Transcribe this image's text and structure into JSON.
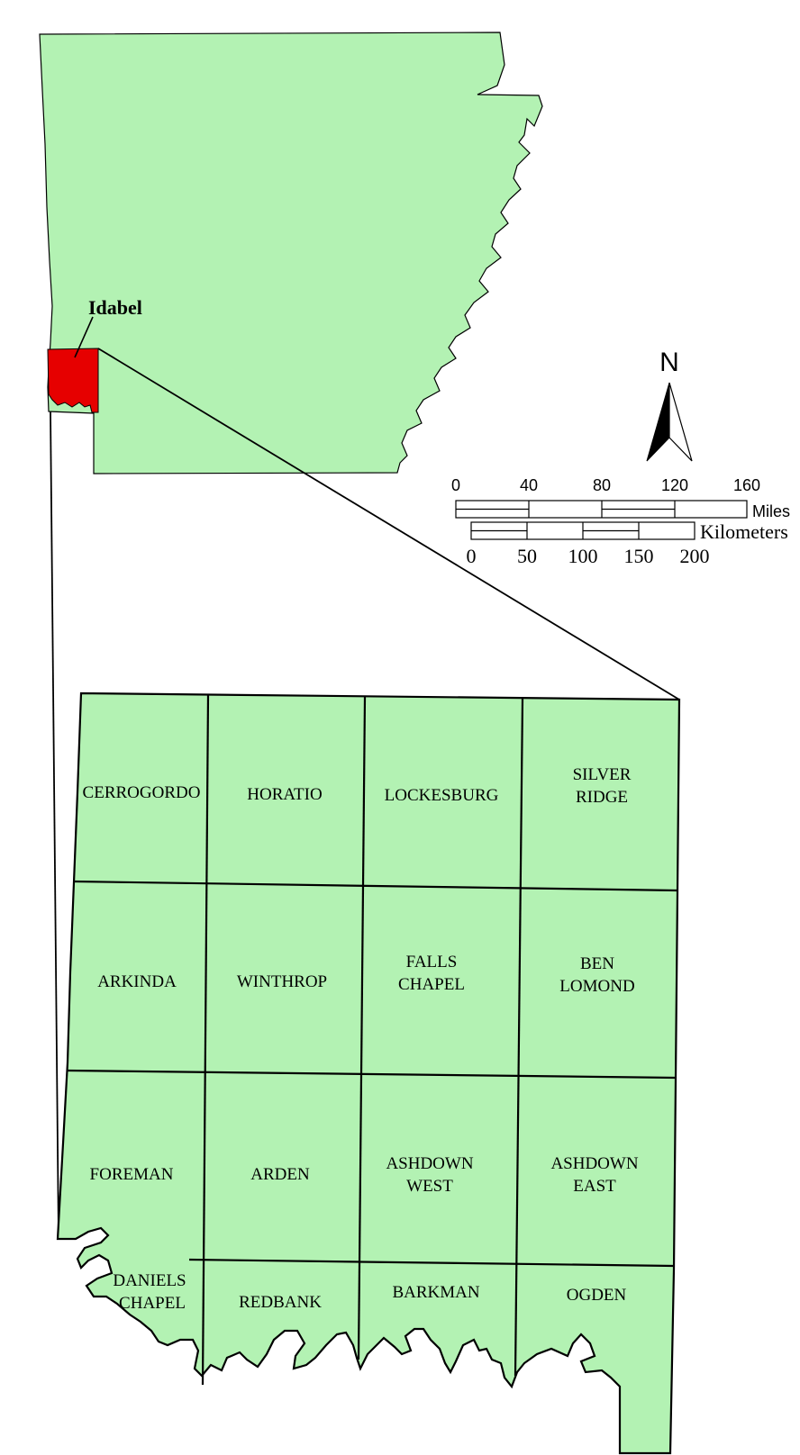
{
  "colors": {
    "land": "#b3f2b3",
    "highlight": "#e60000",
    "outline": "#000000"
  },
  "map": {
    "highlight_label": "Idabel"
  },
  "north_arrow": {
    "label": "N"
  },
  "scale_bar": {
    "miles_ticks": [
      "0",
      "40",
      "80",
      "120",
      "160"
    ],
    "miles_unit": "Miles",
    "km_ticks": [
      "0",
      "50",
      "100",
      "150",
      "200"
    ],
    "km_unit": "Kilometers"
  },
  "quadrangles": [
    {
      "id": "cerrogordo",
      "lines": [
        "CERROGORDO"
      ]
    },
    {
      "id": "horatio",
      "lines": [
        "HORATIO"
      ]
    },
    {
      "id": "lockesburg",
      "lines": [
        "LOCKESBURG"
      ]
    },
    {
      "id": "silver-ridge",
      "lines": [
        "SILVER",
        "RIDGE"
      ]
    },
    {
      "id": "arkinda",
      "lines": [
        "ARKINDA"
      ]
    },
    {
      "id": "winthrop",
      "lines": [
        "WINTHROP"
      ]
    },
    {
      "id": "falls-chapel",
      "lines": [
        "FALLS",
        "CHAPEL"
      ]
    },
    {
      "id": "ben-lomond",
      "lines": [
        "BEN",
        "LOMOND"
      ]
    },
    {
      "id": "foreman",
      "lines": [
        "FOREMAN"
      ]
    },
    {
      "id": "arden",
      "lines": [
        "ARDEN"
      ]
    },
    {
      "id": "ashdown-west",
      "lines": [
        "ASHDOWN",
        "WEST"
      ]
    },
    {
      "id": "ashdown-east",
      "lines": [
        "ASHDOWN",
        "EAST"
      ]
    },
    {
      "id": "daniels-chapel",
      "lines": [
        "DANIELS",
        "CHAPEL"
      ]
    },
    {
      "id": "redbank",
      "lines": [
        "REDBANK"
      ]
    },
    {
      "id": "barkman",
      "lines": [
        "BARKMAN"
      ]
    },
    {
      "id": "ogden",
      "lines": [
        "OGDEN"
      ]
    }
  ]
}
